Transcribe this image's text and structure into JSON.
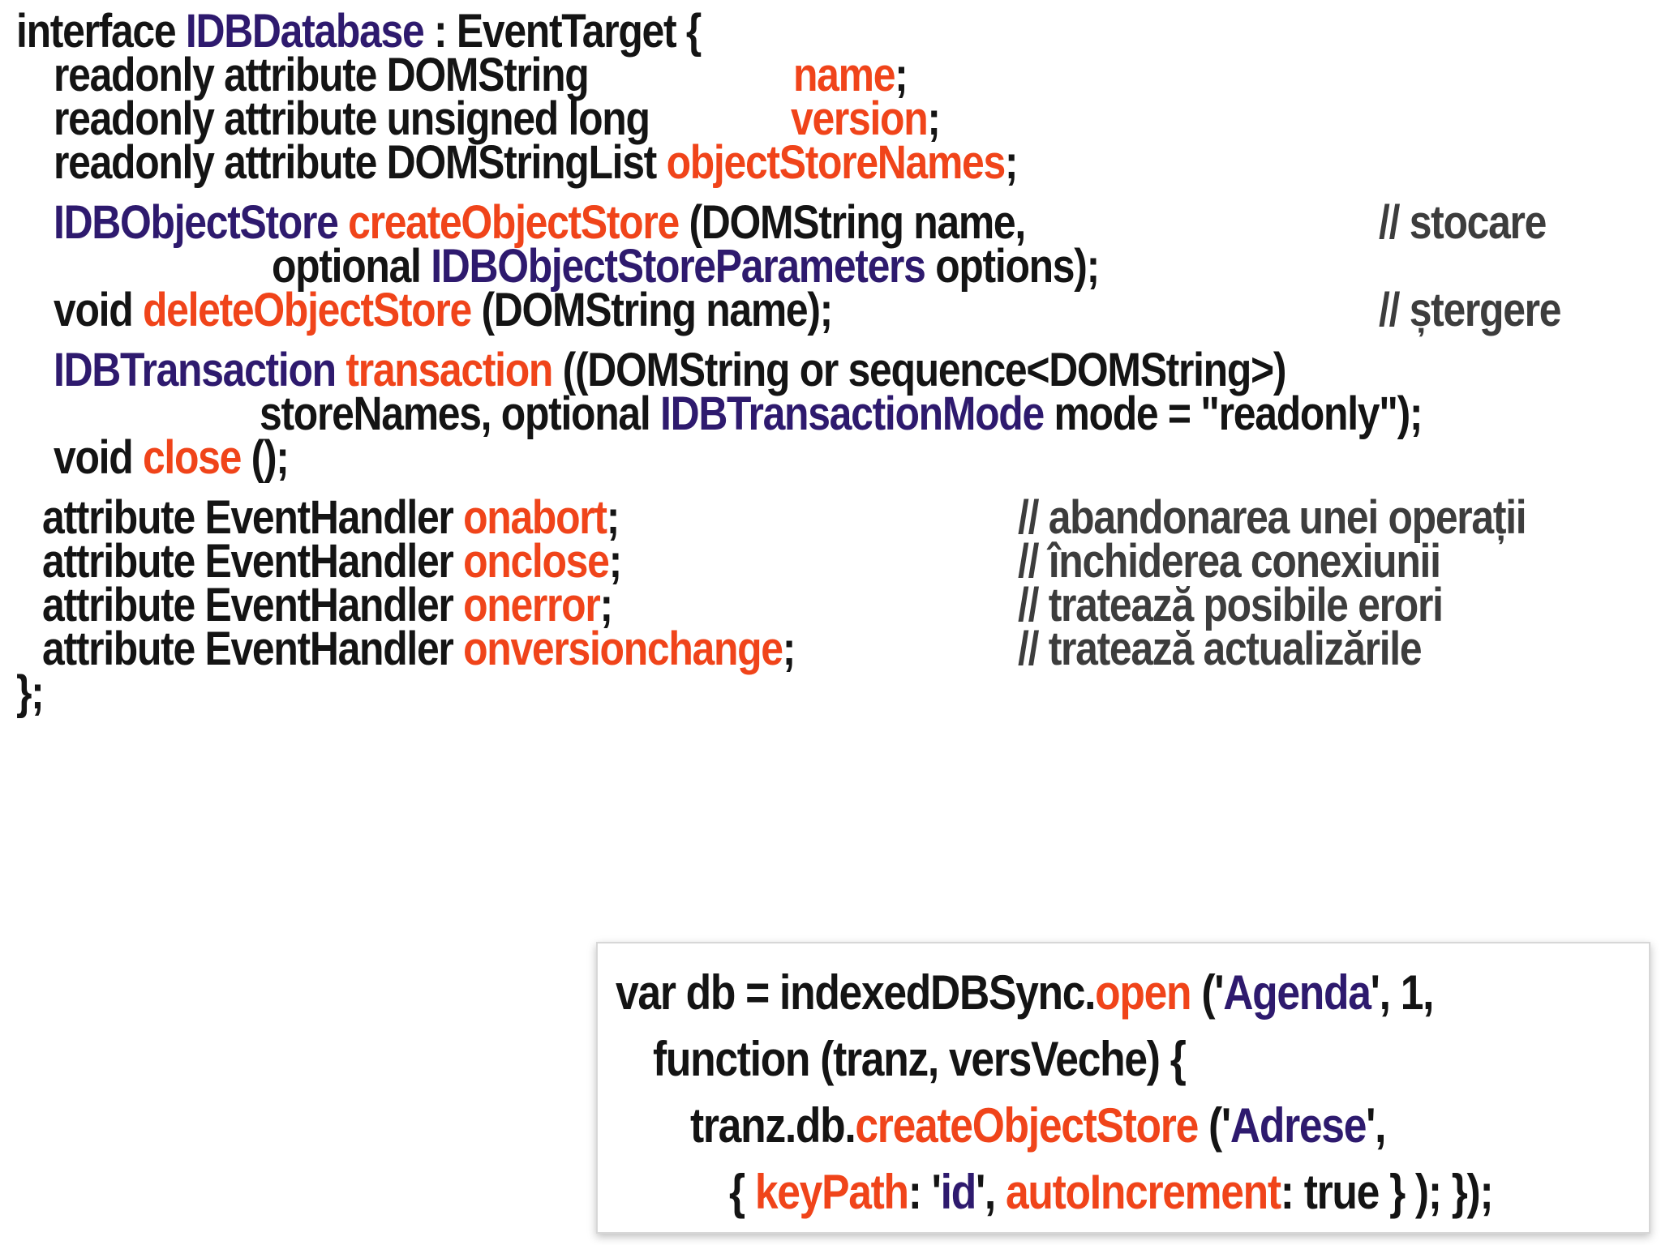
{
  "interface": {
    "line1": {
      "kw": "interface",
      "type": "IDBDatabase",
      "rest": " : EventTarget {"
    },
    "line2": {
      "kw": "readonly attribute DOMString",
      "name": "name",
      "end": ";"
    },
    "line3": {
      "kw": "readonly attribute unsigned long",
      "name": "version",
      "end": ";"
    },
    "line4": {
      "kw": "readonly attribute DOMStringList",
      "name": "objectStoreNames",
      "end": ";"
    },
    "line5": {
      "type": "IDBObjectStore",
      "name": "createObjectStore",
      "rest": " (DOMString name,",
      "comment": "// stocare"
    },
    "line6": {
      "kw": "optional",
      "type": "IDBObjectStoreParameters",
      "rest": " options);"
    },
    "line7": {
      "kw": "void",
      "name": "deleteObjectStore",
      "rest": " (DOMString name);",
      "comment": "// ștergere"
    },
    "line8": {
      "type": "IDBTransaction",
      "name": "transaction",
      "rest": " ((DOMString or sequence<DOMString>)"
    },
    "line9": {
      "kw": "storeNames, optional",
      "type": "IDBTransactionMode",
      "rest": " mode = \"readonly\");"
    },
    "line10": {
      "kw": "void",
      "name": "close",
      "rest": " ();"
    },
    "line11": {
      "kw": "attribute EventHandler",
      "name": "onabort",
      "end": ";",
      "comment": "// abandonarea unei operații"
    },
    "line12": {
      "kw": "attribute EventHandler",
      "name": "onclose",
      "end": ";",
      "comment": "// închiderea conexiunii"
    },
    "line13": {
      "kw": "attribute EventHandler",
      "name": "onerror",
      "end": ";",
      "comment": "// tratează posibile erori"
    },
    "line14": {
      "kw": "attribute EventHandler",
      "name": "onversionchange",
      "end": ";",
      "comment": "// tratează actualizările"
    },
    "line15": {
      "end": "};"
    }
  },
  "example": {
    "line1": {
      "a": "var db = indexedDBSync.",
      "b": "open",
      "c": " ('",
      "d": "Agenda",
      "e": "', 1,"
    },
    "line2": {
      "a": "function (tranz, versVeche) {"
    },
    "line3": {
      "a": "tranz.db.",
      "b": "createObjectStore",
      "c": " ('",
      "d": "Adrese",
      "e": "',"
    },
    "line4": {
      "a": "{ ",
      "b": "keyPath",
      "c": ": '",
      "d": "id",
      "e": "', ",
      "f": "autoIncrement",
      "g": ": true } ); });"
    }
  },
  "colors": {
    "keyword": "#141414",
    "type": "#2e1a6e",
    "member": "#f0441a",
    "comment": "#3d3d3d"
  }
}
